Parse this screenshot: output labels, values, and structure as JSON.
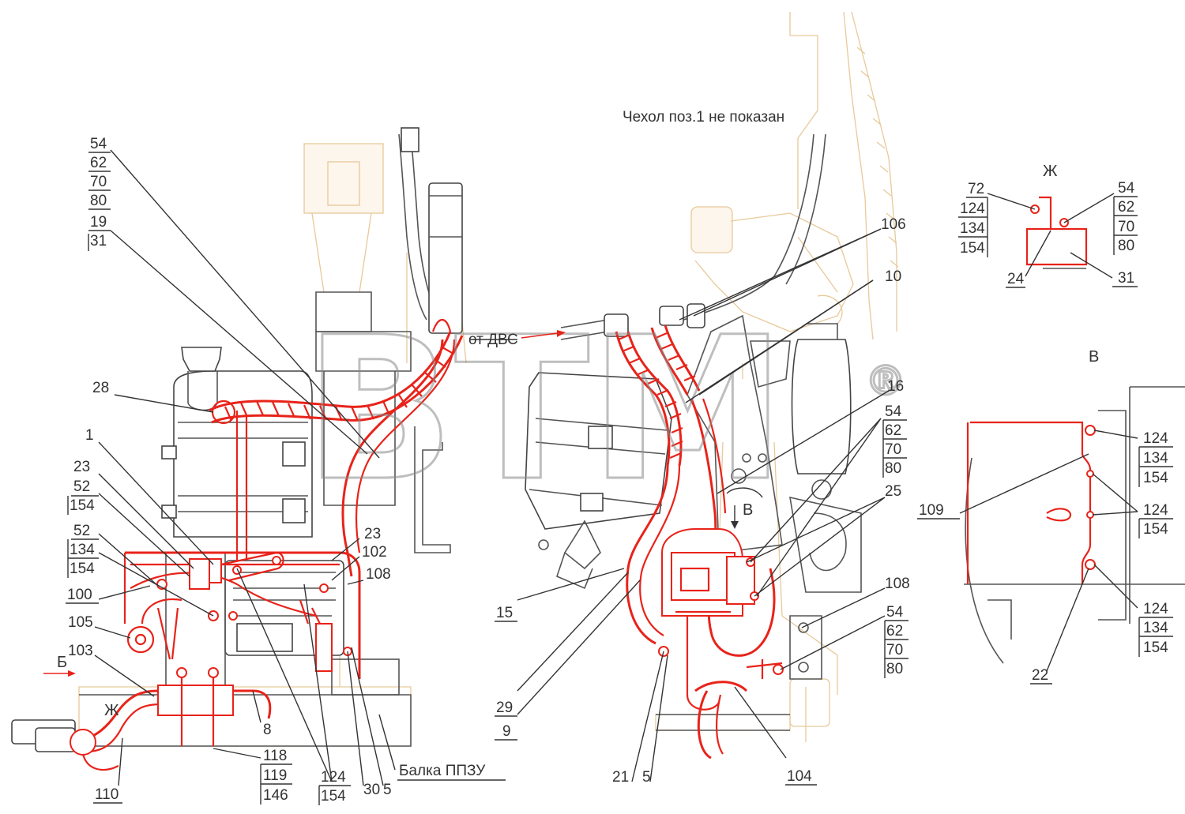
{
  "notes": {
    "cover_not_shown": "Чехол поз.1 не показан",
    "from_engine": "от ДВС",
    "beam": "Балка ППЗУ"
  },
  "views": {
    "zh": "Ж",
    "v": "В",
    "b": "Б"
  },
  "labels": [
    {
      "id": "l54a",
      "text": "54"
    },
    {
      "id": "l62a",
      "text": "62"
    },
    {
      "id": "l70a",
      "text": "70"
    },
    {
      "id": "l80a",
      "text": "80"
    },
    {
      "id": "l19",
      "text": "19"
    },
    {
      "id": "l31a",
      "text": "31"
    },
    {
      "id": "l28",
      "text": "28"
    },
    {
      "id": "l1",
      "text": "1"
    },
    {
      "id": "l23a",
      "text": "23"
    },
    {
      "id": "l52a",
      "text": "52"
    },
    {
      "id": "l154a",
      "text": "154"
    },
    {
      "id": "l52b",
      "text": "52"
    },
    {
      "id": "l134a",
      "text": "134"
    },
    {
      "id": "l154b",
      "text": "154"
    },
    {
      "id": "l100",
      "text": "100"
    },
    {
      "id": "l105",
      "text": "105"
    },
    {
      "id": "l103",
      "text": "103"
    },
    {
      "id": "l23b",
      "text": "23"
    },
    {
      "id": "l102",
      "text": "102"
    },
    {
      "id": "l108a",
      "text": "108"
    },
    {
      "id": "l8",
      "text": "8"
    },
    {
      "id": "l110",
      "text": "110"
    },
    {
      "id": "l118",
      "text": "118"
    },
    {
      "id": "l119",
      "text": "119"
    },
    {
      "id": "l146",
      "text": "146"
    },
    {
      "id": "l124a",
      "text": "124"
    },
    {
      "id": "l154c",
      "text": "154"
    },
    {
      "id": "l30",
      "text": "30"
    },
    {
      "id": "l5a",
      "text": "5"
    },
    {
      "id": "l106",
      "text": "106"
    },
    {
      "id": "l10",
      "text": "10"
    },
    {
      "id": "l16",
      "text": "16"
    },
    {
      "id": "l54b",
      "text": "54"
    },
    {
      "id": "l62b",
      "text": "62"
    },
    {
      "id": "l70b",
      "text": "70"
    },
    {
      "id": "l80b",
      "text": "80"
    },
    {
      "id": "l25",
      "text": "25"
    },
    {
      "id": "l108b",
      "text": "108"
    },
    {
      "id": "l54c",
      "text": "54"
    },
    {
      "id": "l62c",
      "text": "62"
    },
    {
      "id": "l70c",
      "text": "70"
    },
    {
      "id": "l80c",
      "text": "80"
    },
    {
      "id": "l15",
      "text": "15"
    },
    {
      "id": "l29",
      "text": "29"
    },
    {
      "id": "l9",
      "text": "9"
    },
    {
      "id": "l21",
      "text": "21"
    },
    {
      "id": "l5b",
      "text": "5"
    },
    {
      "id": "l104",
      "text": "104"
    },
    {
      "id": "l72",
      "text": "72"
    },
    {
      "id": "l124b",
      "text": "124"
    },
    {
      "id": "l134b",
      "text": "134"
    },
    {
      "id": "l154d",
      "text": "154"
    },
    {
      "id": "l54d",
      "text": "54"
    },
    {
      "id": "l62d",
      "text": "62"
    },
    {
      "id": "l70d",
      "text": "70"
    },
    {
      "id": "l80d",
      "text": "80"
    },
    {
      "id": "l24",
      "text": "24"
    },
    {
      "id": "l31b",
      "text": "31"
    },
    {
      "id": "l124c",
      "text": "124"
    },
    {
      "id": "l134c",
      "text": "134"
    },
    {
      "id": "l154e",
      "text": "154"
    },
    {
      "id": "l109",
      "text": "109"
    },
    {
      "id": "l124d",
      "text": "124"
    },
    {
      "id": "l154f",
      "text": "154"
    },
    {
      "id": "l124e",
      "text": "124"
    },
    {
      "id": "l134d",
      "text": "134"
    },
    {
      "id": "l154g",
      "text": "154"
    },
    {
      "id": "l22",
      "text": "22"
    }
  ],
  "watermark": {
    "text": "ВТМ",
    "mark": "®"
  },
  "colors": {
    "highlight": "#e8231a",
    "line": "#333333",
    "background_part": "#e8c99a"
  }
}
